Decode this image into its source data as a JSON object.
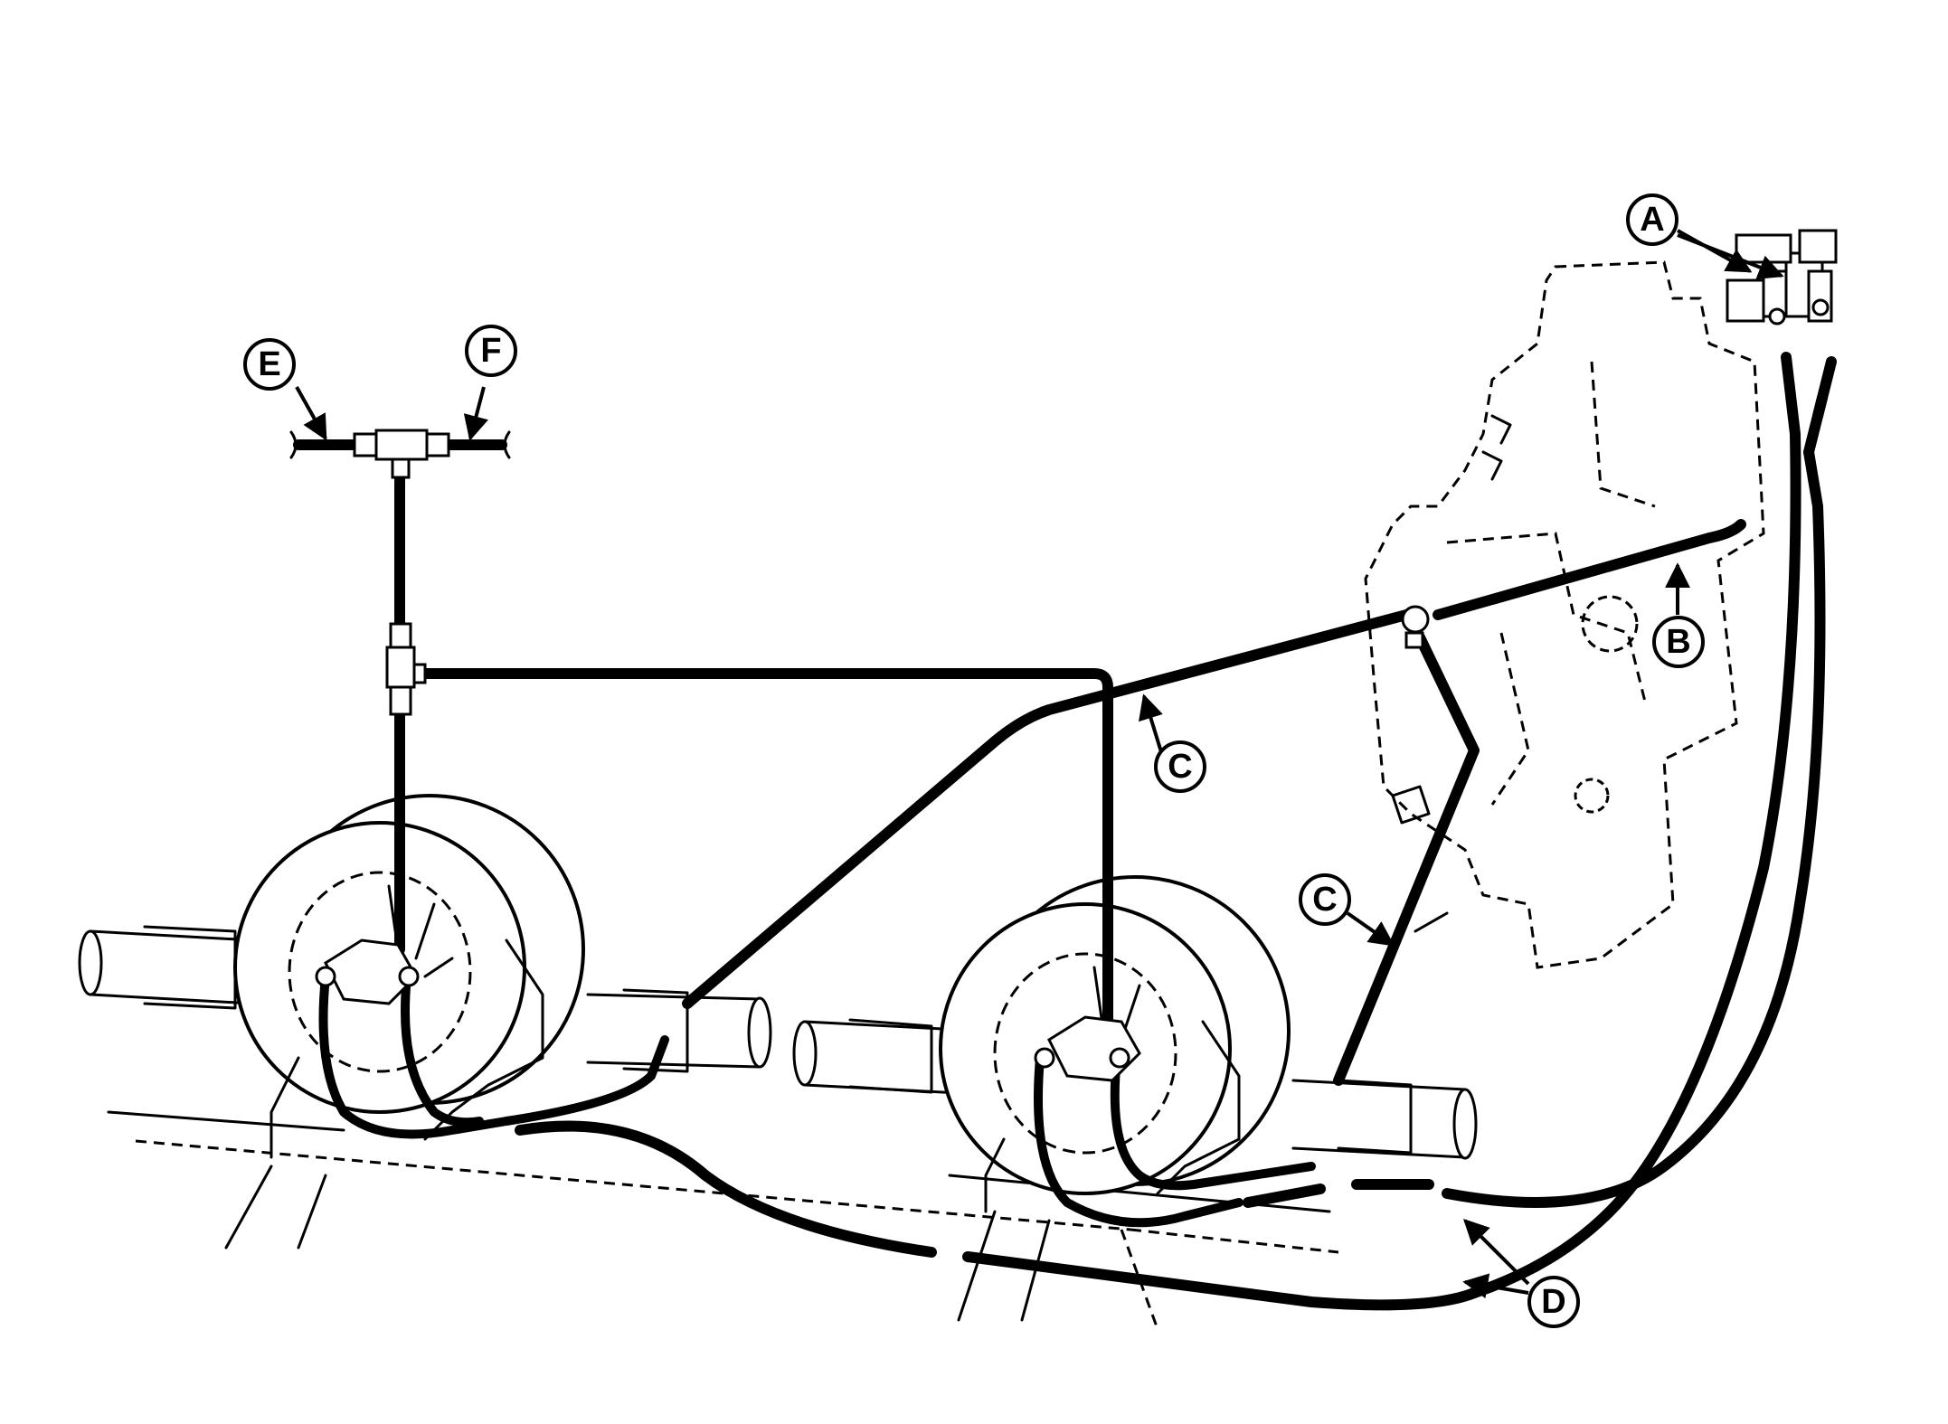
{
  "labels": {
    "a": "A",
    "b": "B",
    "c1": "C",
    "c2": "C",
    "d": "D",
    "e": "E",
    "f": "F"
  }
}
